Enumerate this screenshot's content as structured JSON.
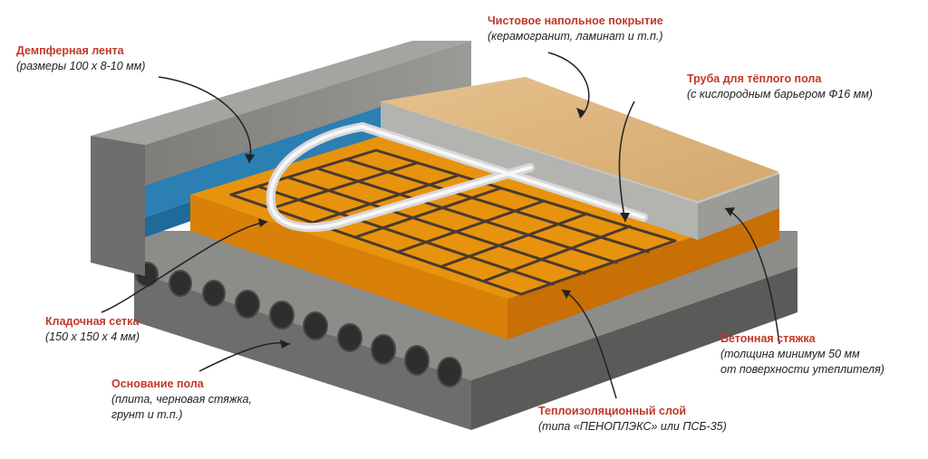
{
  "colors": {
    "title": "#c0392b",
    "text": "#222222",
    "leader": "#222222",
    "concrete": "#8a8a88",
    "concrete_dark": "#5e5e5c",
    "insulation": "#e9950f",
    "damper_tape": "#2b7fb3",
    "laminate": "#d8b079",
    "screed": "#b7b7b4",
    "pipe": "#e6e6e8",
    "rebar": "#4a3a2e"
  },
  "labels": {
    "damper_tape": {
      "title": "Демпферная лента",
      "sub": "(размеры 100 х 8-10 мм)"
    },
    "floor_finish": {
      "title": "Чистовое напольное покрытие",
      "sub": "(керамогранит, ламинат и т.п.)"
    },
    "pipe": {
      "title": "Труба для тёплого пола",
      "sub": "(с кислородным барьером Ф16 мм)"
    },
    "mesh": {
      "title": "Кладочная сетка",
      "sub": "(150 х 150 х 4 мм)"
    },
    "base": {
      "title": "Основание пола",
      "sub1": "(плита, черновая стяжка,",
      "sub2": "грунт и т.п.)"
    },
    "screed": {
      "title": "Бетонная стяжка",
      "sub1": "(толщина минимум 50 мм",
      "sub2": "от поверхности утеплителя)"
    },
    "insulation": {
      "title": "Теплоизоляционный слой",
      "sub": "(типа «ПЕНОПЛЭКС» или ПСБ-35)"
    }
  }
}
